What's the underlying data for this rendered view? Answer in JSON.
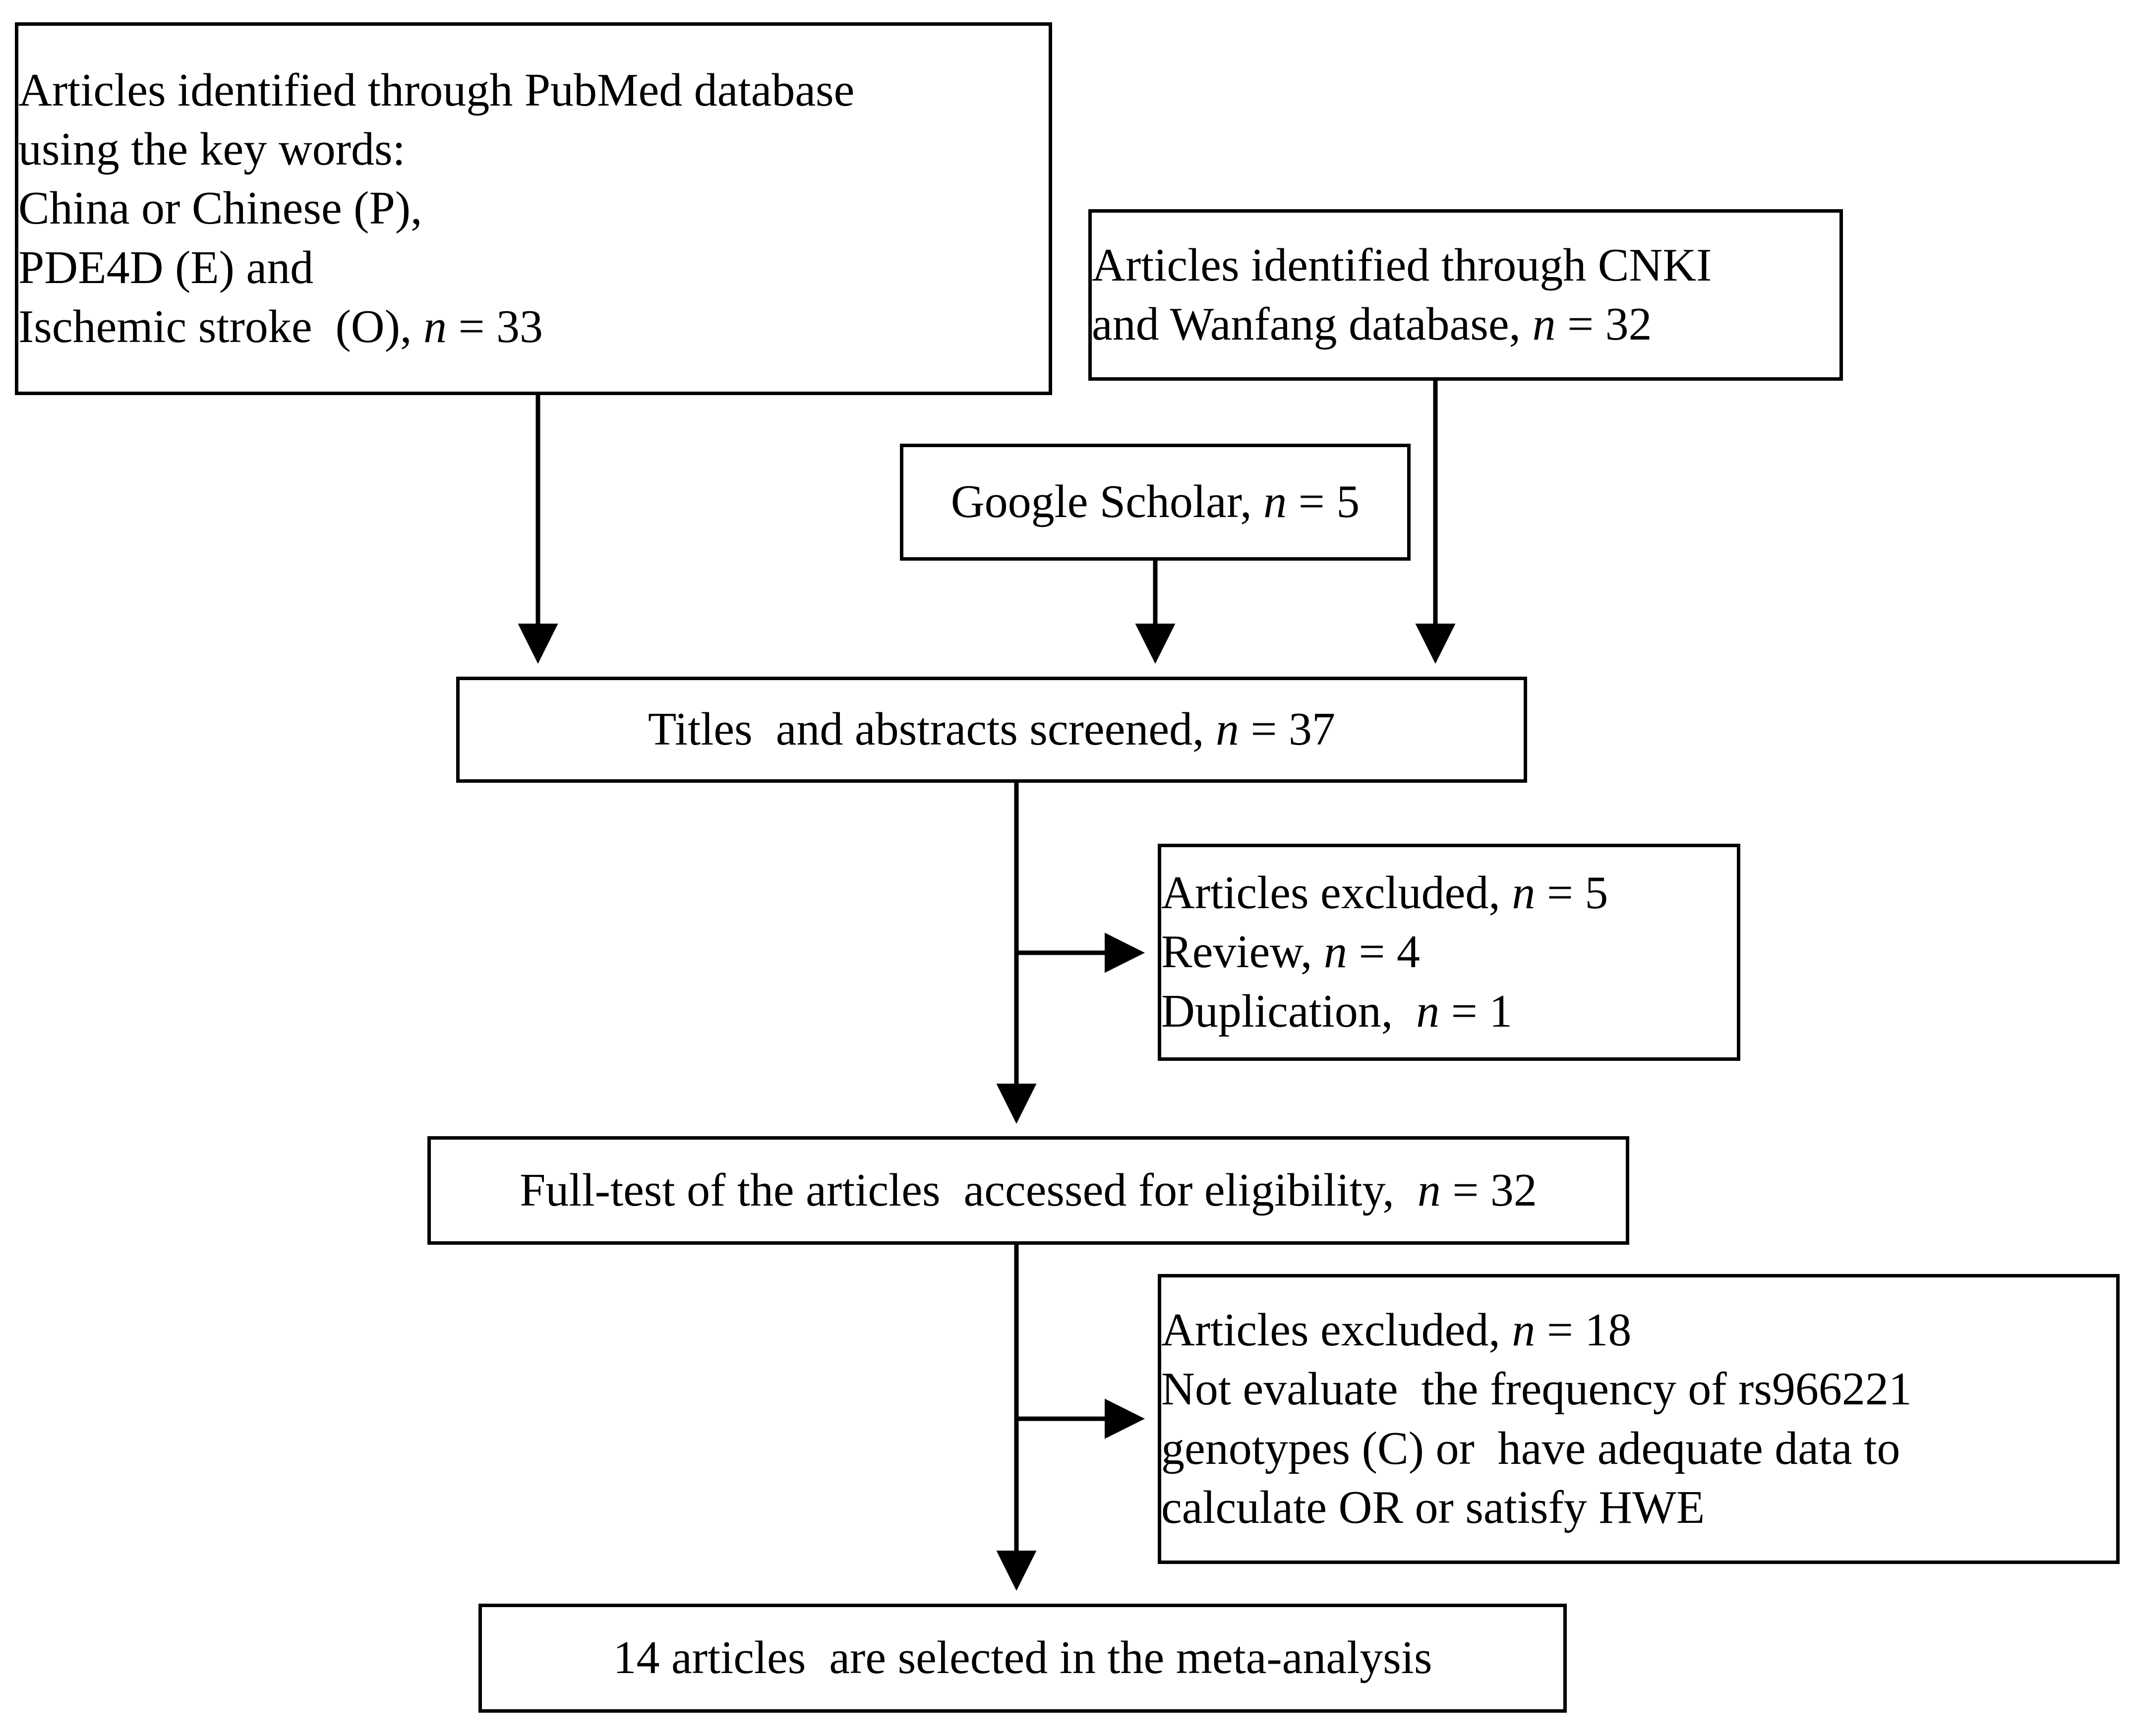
{
  "diagram": {
    "type": "prisma-flowchart",
    "title_visible": false,
    "colors": {
      "background": "#ffffff",
      "stroke": "#000000",
      "text": "#000000"
    },
    "nodes": {
      "pubmed": {
        "id": "pubmed-source",
        "lines": [
          "Articles identified through PubMed database",
          "using the key words:",
          "China or Chinese (P),",
          "PDE4D (E) and",
          "Ischemic stroke  (O), n = 33"
        ],
        "count_label": "n = 33",
        "count": 33
      },
      "cnki": {
        "id": "cnki-wanfang-source",
        "lines": [
          "Articles identified through CNKI",
          "and Wanfang database, n = 32"
        ],
        "count_label": "n = 32",
        "count": 32
      },
      "scholar": {
        "id": "google-scholar-source",
        "lines": [
          "Google Scholar, n = 5"
        ],
        "count_label": "n = 5",
        "count": 5
      },
      "screened": {
        "id": "titles-abstracts-screened",
        "lines": [
          "Titles  and abstracts screened, n = 37"
        ],
        "count_label": "n = 37",
        "count": 37
      },
      "excluded1": {
        "id": "articles-excluded-screening",
        "lines": [
          "Articles excluded, n = 5",
          "Review, n = 4",
          "Duplication,  n = 1"
        ],
        "count_label": "n = 5",
        "count": 5,
        "reasons": [
          {
            "label": "Review",
            "count_label": "n = 4",
            "count": 4
          },
          {
            "label": "Duplication",
            "count_label": "n = 1",
            "count": 1
          }
        ]
      },
      "fulltext": {
        "id": "full-text-eligibility",
        "lines": [
          "Full-test of the articles  accessed for eligibility,  n = 32"
        ],
        "count_label": "n = 32",
        "count": 32
      },
      "excluded2": {
        "id": "articles-excluded-eligibility",
        "lines": [
          "Articles excluded, n = 18",
          "Not evaluate  the frequency of rs966221",
          "genotypes (C) or  have adequate data to",
          "calculate OR or satisfy HWE"
        ],
        "count_label": "n = 18",
        "count": 18
      },
      "included": {
        "id": "articles-included-meta-analysis",
        "lines": [
          "14 articles  are selected in the meta-analysis"
        ],
        "count": 14
      }
    },
    "edges": [
      {
        "from": "pubmed",
        "to": "screened",
        "arrow": "down"
      },
      {
        "from": "cnki",
        "to": "screened",
        "arrow": "down"
      },
      {
        "from": "scholar",
        "to": "screened",
        "arrow": "down"
      },
      {
        "from": "screened",
        "to": "fulltext",
        "arrow": "down"
      },
      {
        "from": "screened",
        "to": "excluded1",
        "arrow": "right"
      },
      {
        "from": "fulltext",
        "to": "included",
        "arrow": "down"
      },
      {
        "from": "fulltext",
        "to": "excluded2",
        "arrow": "right"
      }
    ]
  }
}
